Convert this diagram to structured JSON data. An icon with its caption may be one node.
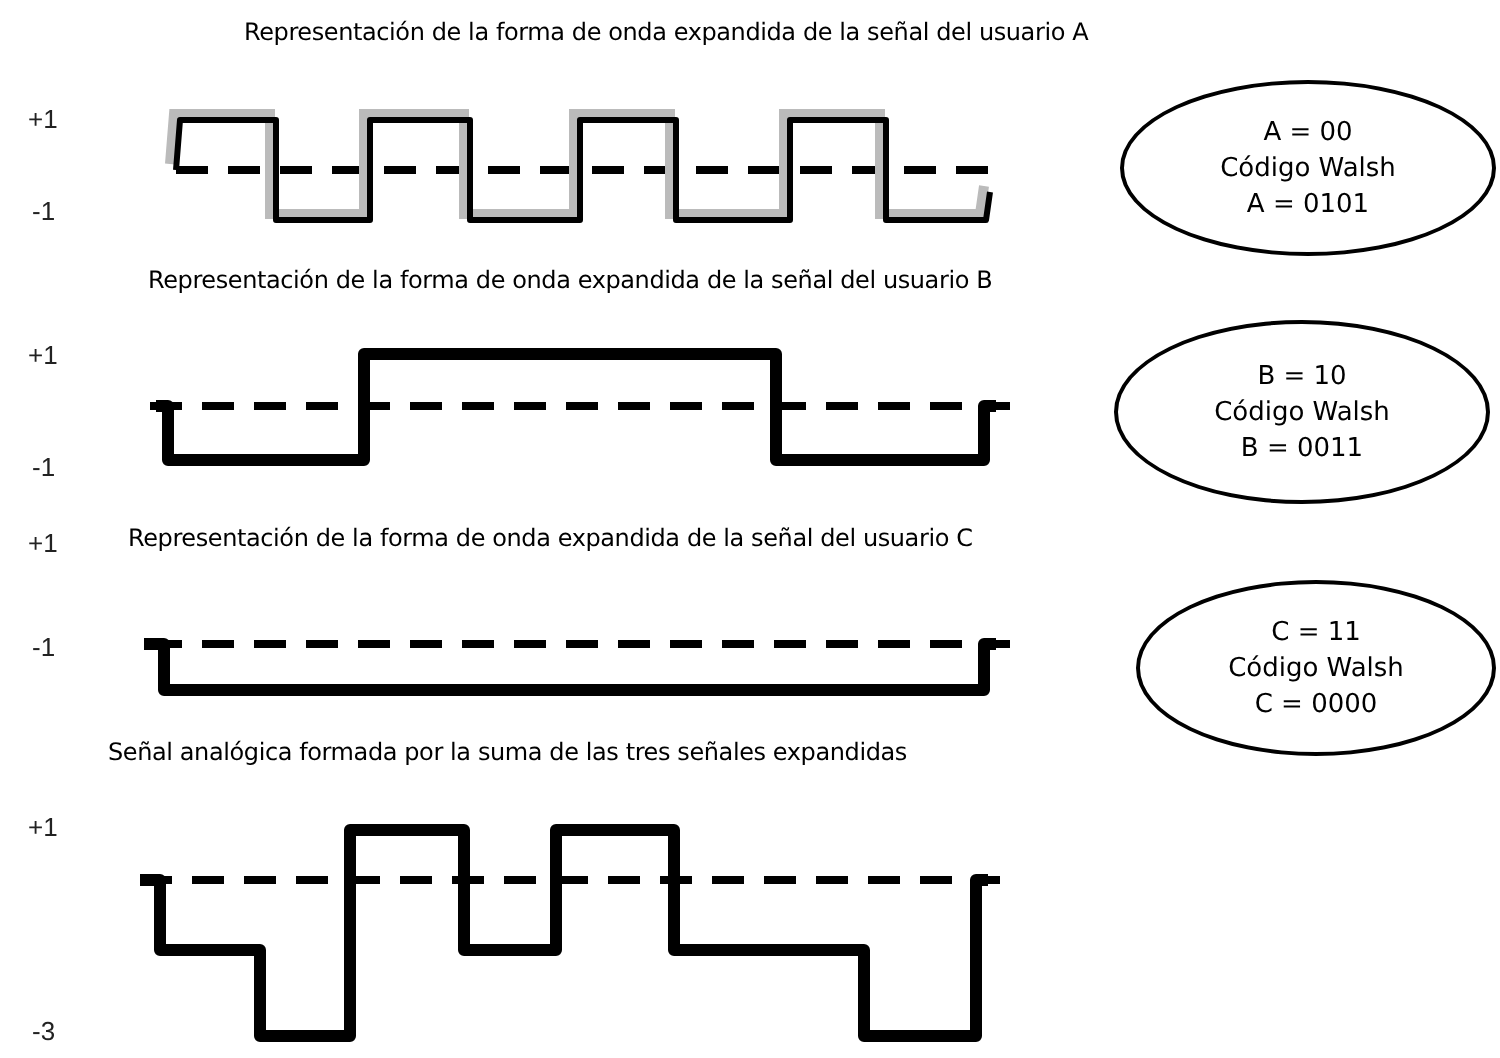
{
  "diagram": {
    "nodes": [
      {
        "text": [
          "A = 00",
          "Código Walsh",
          "A = 0101"
        ]
      },
      {
        "text": [
          "B = 10",
          "Código Walsh",
          "B = 0011"
        ]
      },
      {
        "text": [
          "C = 11",
          "Código Walsh",
          "C = 0000"
        ]
      }
    ],
    "labels": [
      "Representación de la forma de onda expandida de la señal del usuario A",
      "+1",
      "-1",
      "Representación de la forma de onda  expandida de la señal del usuario B",
      "+1",
      "-1",
      "+1",
      "Representación de la forma de onda expandida de la señal del usuario C",
      "-1",
      "Señal analógica formada por la suma de las tres señales expandidas",
      "+1",
      "-3"
    ]
  }
}
